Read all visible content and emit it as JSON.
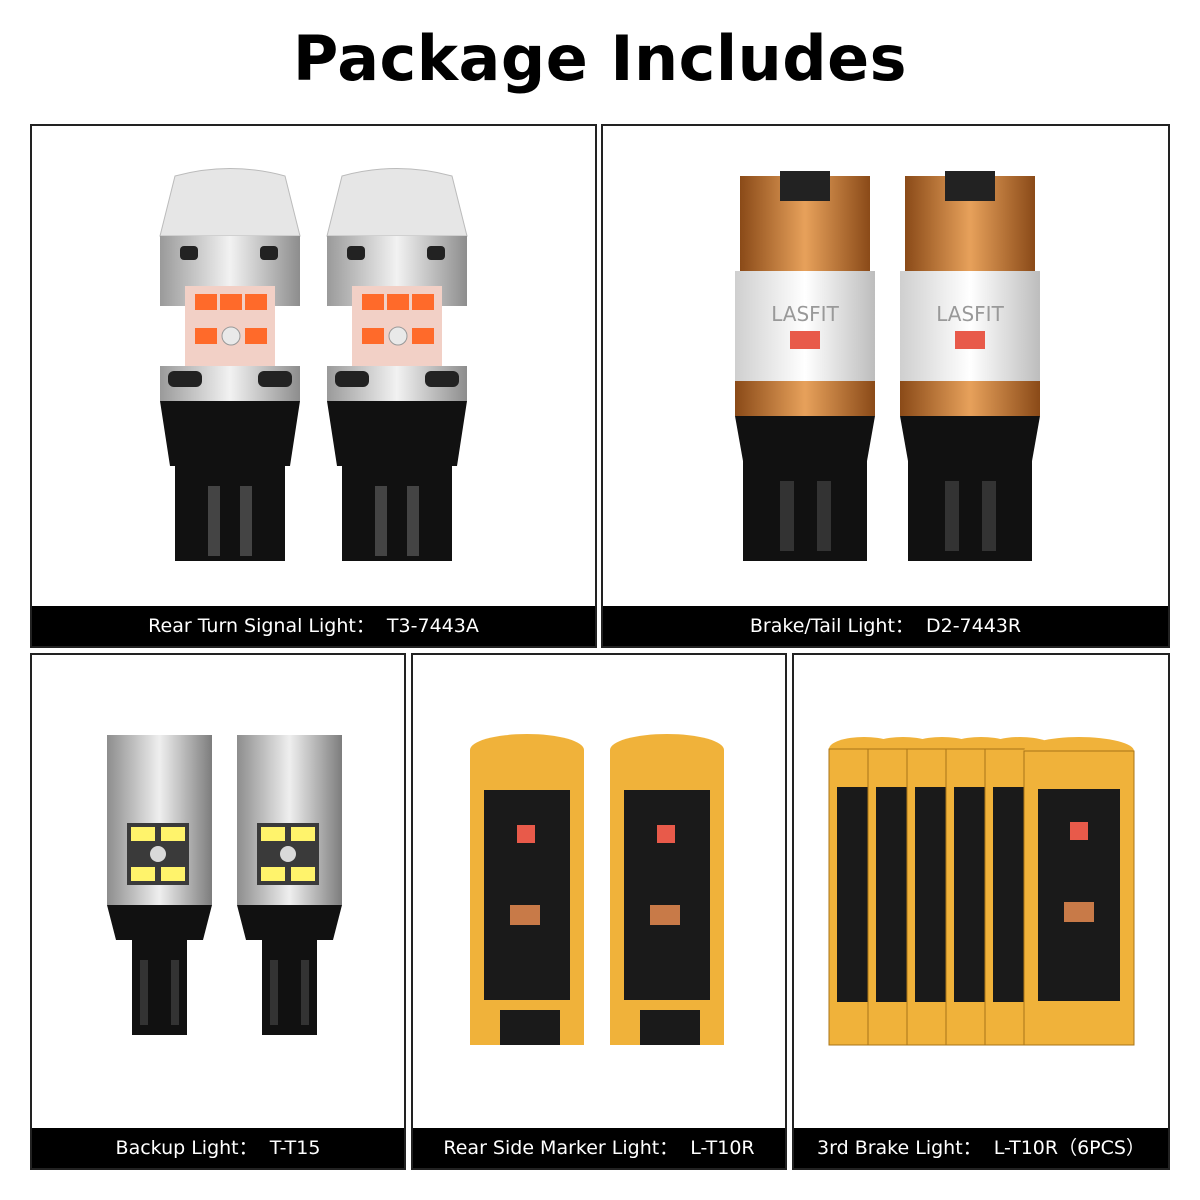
{
  "title": "Package Includes",
  "panels": [
    {
      "label": "Rear Turn Signal Light：  T3-7443A",
      "quantity": 2
    },
    {
      "label": "Brake/Tail Light：  D2-7443R",
      "quantity": 2,
      "brand": "LASFIT"
    },
    {
      "label": "Backup Light：  T-T15",
      "quantity": 2
    },
    {
      "label": "Rear Side Marker Light：  L-T10R",
      "quantity": 2
    },
    {
      "label": "3rd Brake Light：  L-T10R（6PCS）",
      "quantity": 6
    }
  ],
  "colors": {
    "caption_bg": "#000000",
    "amber_led": "#ff6a2a",
    "copper": "#c9782f",
    "gold_pcb": "#f0b23a",
    "white_led": "#fff36b"
  }
}
